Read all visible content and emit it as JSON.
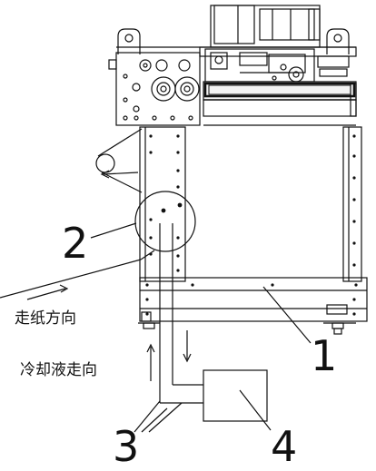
{
  "labels": {
    "num_1": "1",
    "num_2": "2",
    "num_3": "3",
    "num_4": "4",
    "paper_direction": "走纸方向",
    "coolant_direction": "冷却液走向"
  }
}
